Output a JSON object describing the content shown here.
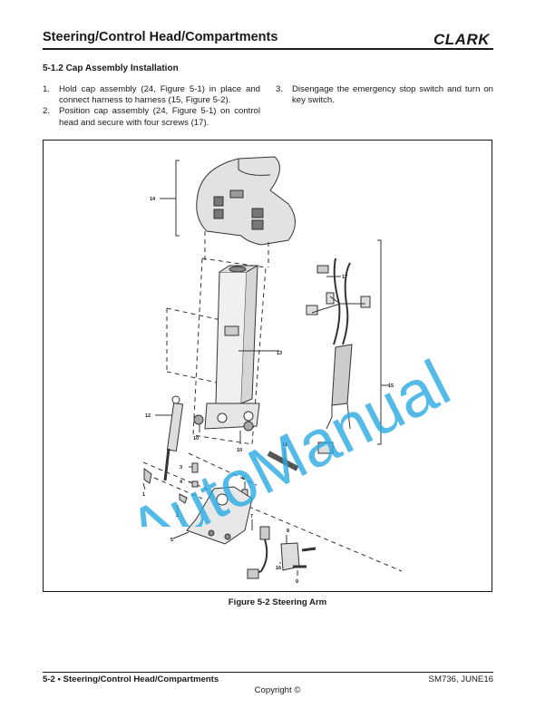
{
  "header": {
    "title": "Steering/Control Head/Compartments",
    "logo": "CLARK"
  },
  "section": {
    "heading": "5-1.2 Cap Assembly Installation"
  },
  "steps": [
    {
      "num": "1.",
      "text": "Hold cap assembly (24, Figure 5-1) in place and connect harness to harness (15, Figure 5-2)."
    },
    {
      "num": "2.",
      "text": "Position cap assembly (24, Figure 5-1) on control head and secure with four screws (17)."
    },
    {
      "num": "3.",
      "text": "Disengage the emergency stop switch and turn on key switch."
    }
  ],
  "figure": {
    "caption": "Figure 5-2 Steering Arm",
    "callouts": [
      "14",
      "17",
      "13",
      "15",
      "12",
      "10",
      "10",
      "11",
      "3",
      "4",
      "6",
      "1",
      "2",
      "5",
      "7",
      "8",
      "9",
      "16"
    ]
  },
  "watermark": "AutoManual",
  "colors": {
    "watermark": "#29a9e1",
    "text": "#1a1a1a"
  },
  "footer": {
    "left": "5-2  •  Steering/Control Head/Compartments",
    "right": "SM736, JUNE16",
    "copyright": "Copyright ©"
  }
}
